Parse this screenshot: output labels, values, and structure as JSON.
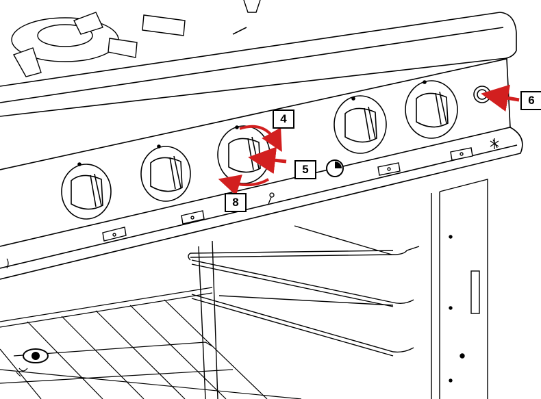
{
  "figure": {
    "type": "technical line drawing of a gas range control panel and oven cavity",
    "colors": {
      "line": "#000000",
      "arrow": "#d21f1f",
      "background": "#ffffff"
    }
  },
  "callouts": [
    {
      "id": "callout-4",
      "label": "4"
    },
    {
      "id": "callout-5",
      "label": "5"
    },
    {
      "id": "callout-6",
      "label": "6"
    },
    {
      "id": "callout-8",
      "label": "8"
    }
  ],
  "icons": [
    "timer-icon",
    "eye-icon",
    "star-icon",
    "thermostat-probe-icon",
    "light-symbol-icon",
    "flame-symbol-icon"
  ]
}
